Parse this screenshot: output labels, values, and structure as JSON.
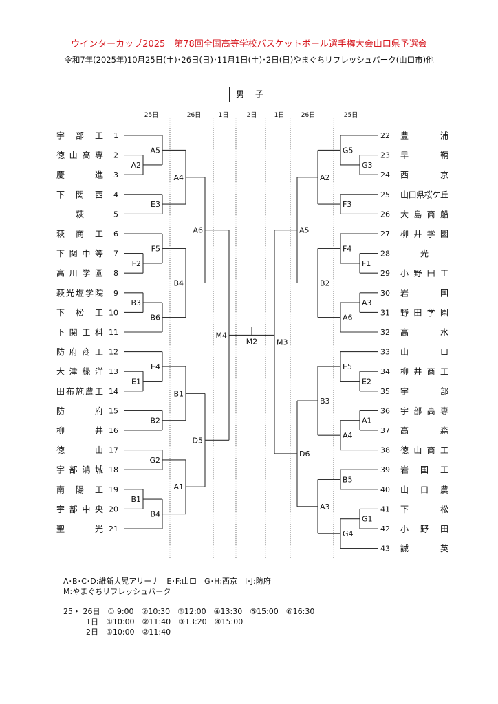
{
  "header": {
    "title": "ウインターカップ2025　第78回全国高等学校バスケットボール選手権大会山口県予選会",
    "subtitle": "令和7年(2025年)10月25日(土)･26日(日)･11月1日(土)･2日(日)やまぐちリフレッシュパーク(山口市)他",
    "section_label": "男 子"
  },
  "dates": [
    "25日",
    "26日",
    "1日",
    "2日",
    "1日",
    "26日",
    "25日"
  ],
  "left_teams": [
    {
      "no": "1",
      "name": "宇部工"
    },
    {
      "no": "2",
      "name": "徳山高専"
    },
    {
      "no": "3",
      "name": "慶進"
    },
    {
      "no": "4",
      "name": "下関西"
    },
    {
      "no": "5",
      "name": "萩"
    },
    {
      "no": "6",
      "name": "萩商工"
    },
    {
      "no": "7",
      "name": "下関中等"
    },
    {
      "no": "8",
      "name": "高川学園"
    },
    {
      "no": "9",
      "name": "萩光塩学院"
    },
    {
      "no": "10",
      "name": "下松工"
    },
    {
      "no": "11",
      "name": "下関工科"
    },
    {
      "no": "12",
      "name": "防府商工"
    },
    {
      "no": "13",
      "name": "大津緑洋"
    },
    {
      "no": "14",
      "name": "田布施農工"
    },
    {
      "no": "15",
      "name": "防府"
    },
    {
      "no": "16",
      "name": "柳井"
    },
    {
      "no": "17",
      "name": "徳山"
    },
    {
      "no": "18",
      "name": "宇部鴻城"
    },
    {
      "no": "19",
      "name": "南陽工"
    },
    {
      "no": "20",
      "name": "宇部中央"
    },
    {
      "no": "21",
      "name": "聖光"
    }
  ],
  "right_teams": [
    {
      "no": "22",
      "name": "豊浦"
    },
    {
      "no": "23",
      "name": "早鞆"
    },
    {
      "no": "24",
      "name": "西京"
    },
    {
      "no": "25",
      "name": "山口県桜ケ丘"
    },
    {
      "no": "26",
      "name": "大島商船"
    },
    {
      "no": "27",
      "name": "柳井学園"
    },
    {
      "no": "28",
      "name": "光"
    },
    {
      "no": "29",
      "name": "小野田工"
    },
    {
      "no": "30",
      "name": "岩国"
    },
    {
      "no": "31",
      "name": "野田学園"
    },
    {
      "no": "32",
      "name": "高水"
    },
    {
      "no": "33",
      "name": "山口"
    },
    {
      "no": "34",
      "name": "柳井商工"
    },
    {
      "no": "35",
      "name": "宇部"
    },
    {
      "no": "36",
      "name": "宇部高専"
    },
    {
      "no": "37",
      "name": "高森"
    },
    {
      "no": "38",
      "name": "徳山商工"
    },
    {
      "no": "39",
      "name": "岩国工"
    },
    {
      "no": "40",
      "name": "山口農"
    },
    {
      "no": "41",
      "name": "下松"
    },
    {
      "no": "42",
      "name": "小野田"
    },
    {
      "no": "43",
      "name": "誠英"
    }
  ],
  "left_bracket": {
    "label": "M4",
    "children": [
      {
        "label": "A6",
        "children": [
          {
            "label": "A4",
            "children": [
              {
                "label": "A5",
                "children": [
                  1,
                  {
                    "label": "A2",
                    "children": [
                      2,
                      3
                    ]
                  }
                ]
              },
              {
                "label": "E3",
                "children": [
                  4,
                  5
                ]
              }
            ]
          },
          {
            "label": "B4",
            "children": [
              {
                "label": "F5",
                "children": [
                  6,
                  {
                    "label": "F2",
                    "children": [
                      7,
                      8
                    ]
                  }
                ]
              },
              {
                "label": "B6",
                "children": [
                  {
                    "label": "B3",
                    "children": [
                      9,
                      10
                    ]
                  },
                  11
                ]
              }
            ]
          }
        ]
      },
      {
        "label": "D5",
        "children": [
          {
            "label": "B1",
            "children": [
              {
                "label": "E4",
                "children": [
                  12,
                  {
                    "label": "E1",
                    "children": [
                      13,
                      14
                    ]
                  }
                ]
              },
              {
                "label": "B2",
                "children": [
                  15,
                  16
                ]
              }
            ]
          },
          {
            "label": "A1",
            "children": [
              {
                "label": "G2",
                "children": [
                  17,
                  18
                ]
              },
              {
                "label": "B4",
                "children": [
                  {
                    "label": "B1",
                    "children": [
                      19,
                      20
                    ]
                  },
                  21
                ]
              }
            ]
          }
        ]
      }
    ]
  },
  "right_bracket": {
    "label": "M3",
    "children": [
      {
        "label": "A5",
        "children": [
          {
            "label": "A2",
            "children": [
              {
                "label": "G5",
                "children": [
                  22,
                  {
                    "label": "G3",
                    "children": [
                      23,
                      24
                    ]
                  }
                ]
              },
              {
                "label": "F3",
                "children": [
                  25,
                  26
                ]
              }
            ]
          },
          {
            "label": "B2",
            "children": [
              {
                "label": "F4",
                "children": [
                  27,
                  {
                    "label": "F1",
                    "children": [
                      28,
                      29
                    ]
                  }
                ]
              },
              {
                "label": "A6",
                "children": [
                  {
                    "label": "A3",
                    "children": [
                      30,
                      31
                    ]
                  },
                  32
                ]
              }
            ]
          }
        ]
      },
      {
        "label": "D6",
        "children": [
          {
            "label": "B3",
            "children": [
              {
                "label": "E5",
                "children": [
                  33,
                  {
                    "label": "E2",
                    "children": [
                      34,
                      35
                    ]
                  }
                ]
              },
              {
                "label": "A4",
                "children": [
                  {
                    "label": "A1",
                    "children": [
                      36,
                      37
                    ]
                  },
                  38
                ]
              }
            ]
          },
          {
            "label": "A3",
            "children": [
              {
                "label": "B5",
                "children": [
                  39,
                  40
                ]
              },
              {
                "label": "G4",
                "children": [
                  {
                    "label": "G1",
                    "children": [
                      41,
                      42
                    ]
                  },
                  43
                ]
              }
            ]
          }
        ]
      }
    ]
  },
  "final": {
    "label": "M2"
  },
  "footer": {
    "venues_1": "A･B･C･D:維新大晃アリーナ　E･F:山口　G･H:西京　I･J:防府",
    "venues_2": "M:やまぐちリフレッシュパーク",
    "schedule_1": "25・ 26日　① 9:00　②10:30　③12:00　④13:30　⑤15:00　⑥16:30",
    "schedule_2": "　　　1日　①10:00　②11:40　③13:20　④15:00",
    "schedule_3": "　　　2日　①10:00　②11:40"
  }
}
